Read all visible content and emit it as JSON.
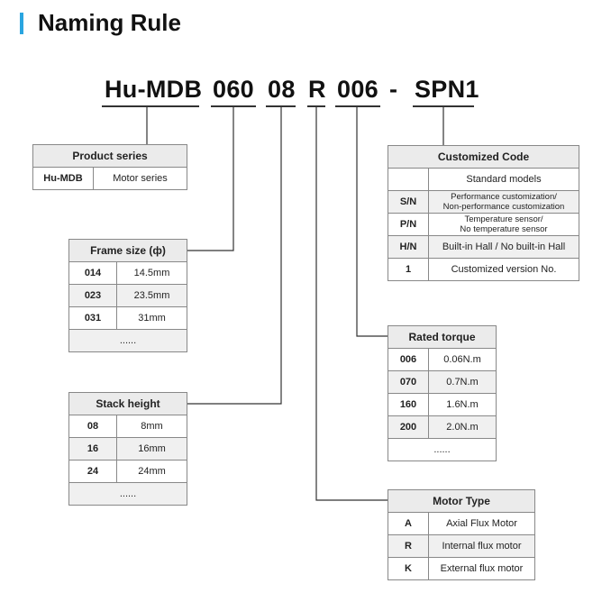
{
  "title": "Naming Rule",
  "accent_color": "#2aa5e0",
  "code_parts": [
    "Hu-MDB",
    "060",
    "08",
    "R",
    "006",
    "-",
    "SPN1"
  ],
  "product_series": {
    "header": "Product series",
    "rows": [
      {
        "code": "Hu-MDB",
        "desc": "Motor series"
      }
    ]
  },
  "frame_size": {
    "header": "Frame size (ф)",
    "rows": [
      {
        "code": "014",
        "desc": "14.5mm"
      },
      {
        "code": "023",
        "desc": "23.5mm"
      },
      {
        "code": "031",
        "desc": "31mm"
      }
    ],
    "more": "......"
  },
  "stack_height": {
    "header": "Stack height",
    "rows": [
      {
        "code": "08",
        "desc": "8mm"
      },
      {
        "code": "16",
        "desc": "16mm"
      },
      {
        "code": "24",
        "desc": "24mm"
      }
    ],
    "more": "......"
  },
  "customized_code": {
    "header": "Customized Code",
    "rows": [
      {
        "code": "",
        "desc": "Standard models"
      },
      {
        "code": "S/N",
        "desc_line1": "Performance customization/",
        "desc_line2": "Non-performance customization"
      },
      {
        "code": "P/N",
        "desc_line1": "Temperature sensor/",
        "desc_line2": "No temperature sensor"
      },
      {
        "code": "H/N",
        "desc": "Built-in Hall / No built-in Hall"
      },
      {
        "code": "1",
        "desc": "Customized version No."
      }
    ]
  },
  "rated_torque": {
    "header": "Rated torque",
    "rows": [
      {
        "code": "006",
        "desc": "0.06N.m"
      },
      {
        "code": "070",
        "desc": "0.7N.m"
      },
      {
        "code": "160",
        "desc": "1.6N.m"
      },
      {
        "code": "200",
        "desc": "2.0N.m"
      }
    ],
    "more": "......"
  },
  "motor_type": {
    "header": "Motor Type",
    "rows": [
      {
        "code": "A",
        "desc": "Axial Flux Motor"
      },
      {
        "code": "R",
        "desc": "Internal flux motor"
      },
      {
        "code": "K",
        "desc": "External flux motor"
      }
    ]
  }
}
